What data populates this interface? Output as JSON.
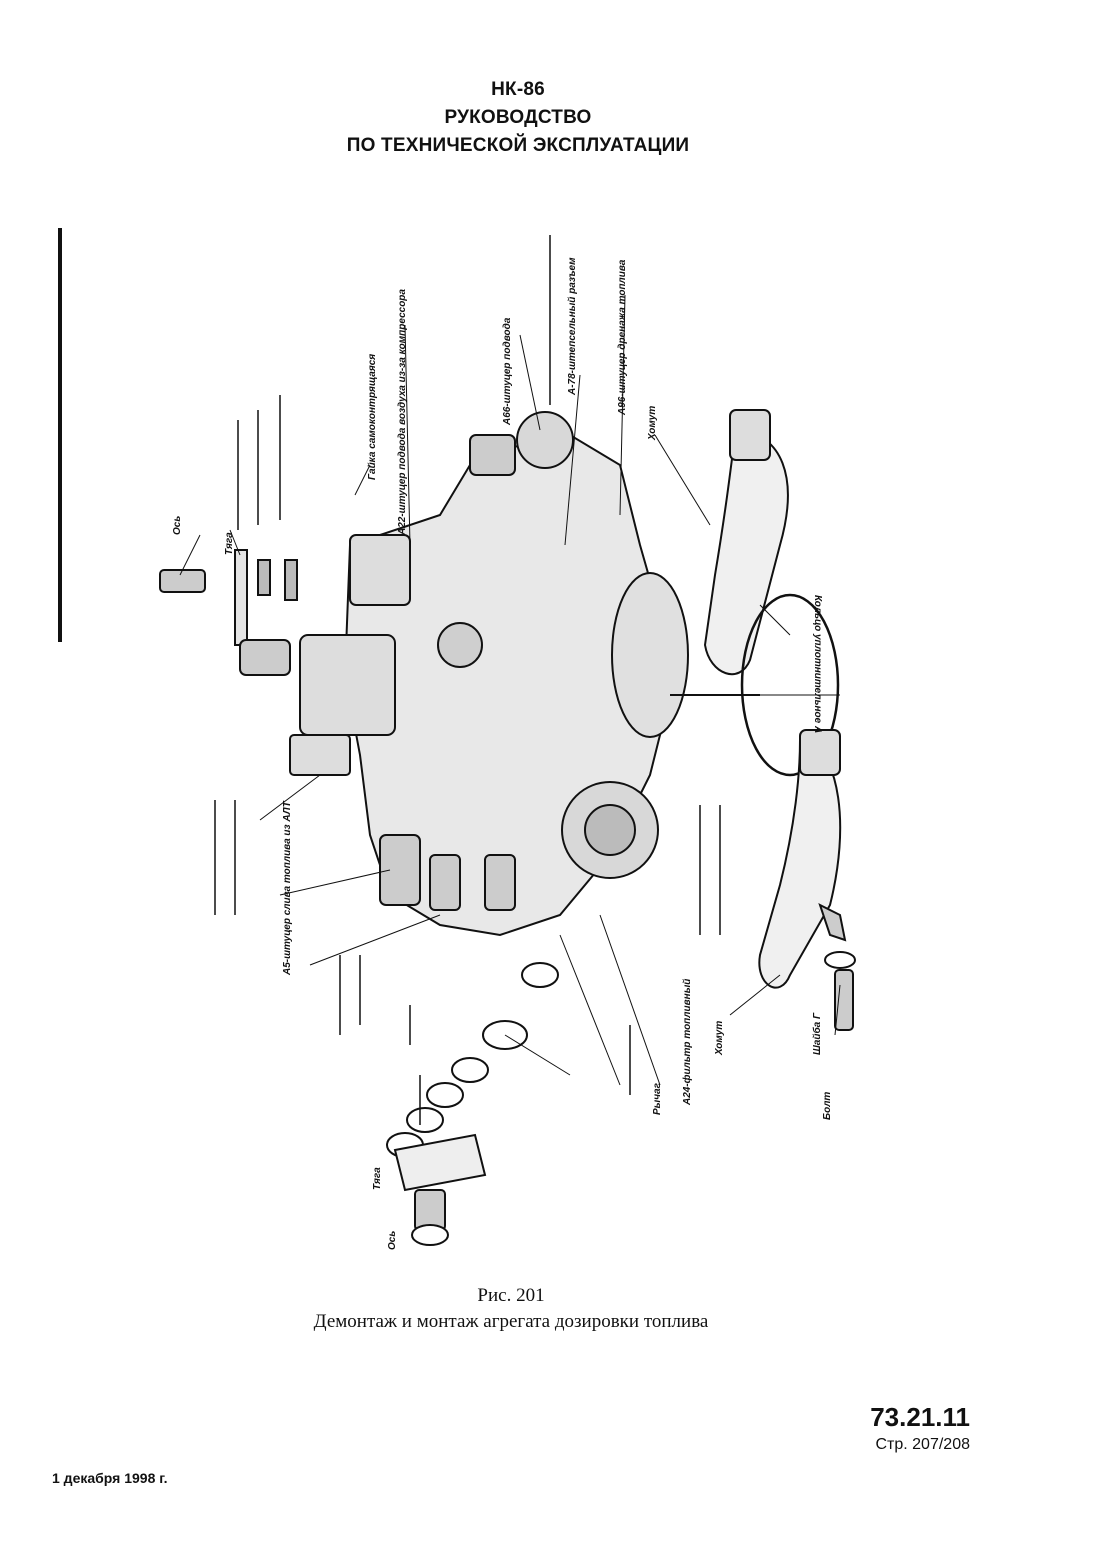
{
  "header": {
    "line1": "НК-86",
    "line2": "РУКОВОДСТВО",
    "line3": "ПО ТЕХНИЧЕСКОЙ ЭКСПЛУАТАЦИИ"
  },
  "figure": {
    "labels": {
      "os_top": "Ось",
      "tyaga_top": "Тяга",
      "a22": "А22-штуцер подвода воздуха из-за компрессора",
      "gaika": "Гайка самоконтрящаяся",
      "a66": "А66-штуцер подвода",
      "a78": "А-78-штепсельный разъем",
      "a96": "А96-штуцер дренажа топлива",
      "khomut_top": "Хомут",
      "koltso": "Кольцо уплотнительное А",
      "a5": "А5-штуцер слива топлива из АЛТ",
      "a24": "А24-фильтр топливный",
      "rychag": "Рычаг",
      "khomut_bottom": "Хомут",
      "shaiba_g": "Шайба Г",
      "bolt": "Болт",
      "tyaga_bottom": "Тяга",
      "os_bottom": "Ось"
    }
  },
  "caption": {
    "fig_number": "Рис. 201",
    "title": "Демонтаж и монтаж агрегата дозировки топлива"
  },
  "footer": {
    "section": "73.21.11",
    "page": "Стр. 207/208",
    "date": "1 декабря 1998 г."
  }
}
